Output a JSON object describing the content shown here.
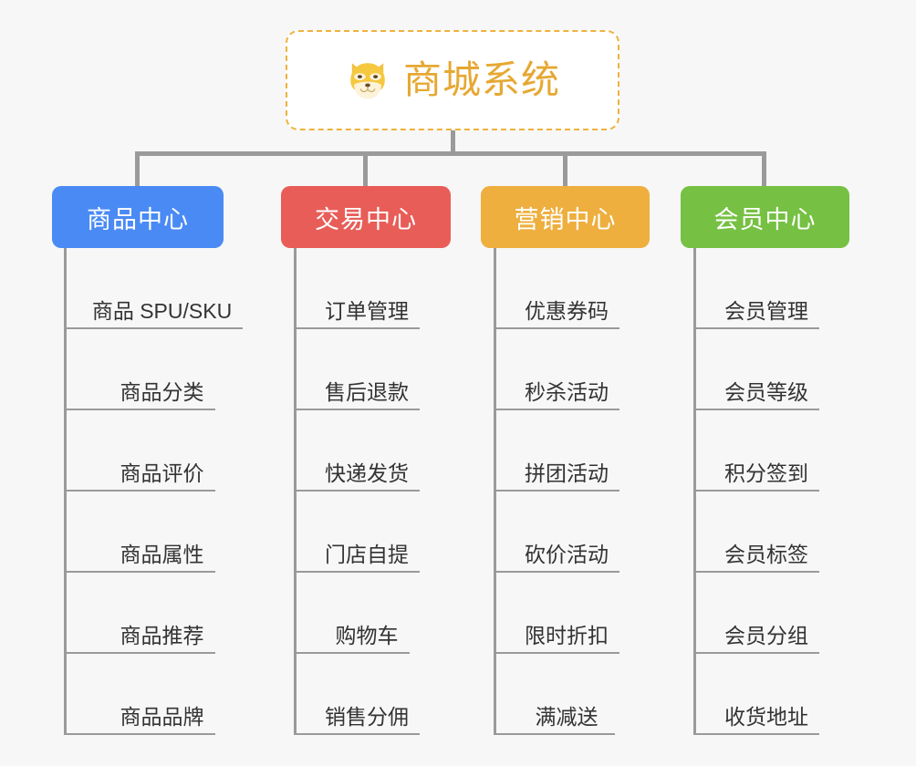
{
  "diagram": {
    "type": "mindmap",
    "title": "商城系统",
    "background_color": "#f7f7f7",
    "root": {
      "label": "商城系统",
      "icon": "shiba-dog-icon",
      "text_color": "#e6a832",
      "border_color": "#efb23c",
      "background_color": "#ffffff"
    },
    "branches": [
      {
        "label": "商品中心",
        "color": "#4a8af4",
        "children": [
          "商品 SPU/SKU",
          "商品分类",
          "商品评价",
          "商品属性",
          "商品推荐",
          "商品品牌"
        ]
      },
      {
        "label": "交易中心",
        "color": "#e85d58",
        "children": [
          "订单管理",
          "售后退款",
          "快递发货",
          "门店自提",
          "购物车",
          "销售分佣"
        ]
      },
      {
        "label": "营销中心",
        "color": "#eeaf3f",
        "children": [
          "优惠券码",
          "秒杀活动",
          "拼团活动",
          "砍价活动",
          "限时折扣",
          "满减送"
        ]
      },
      {
        "label": "会员中心",
        "color": "#76c043",
        "children": [
          "会员管理",
          "会员等级",
          "积分签到",
          "会员标签",
          "会员分组",
          "收货地址"
        ]
      }
    ],
    "connector_color": "#9a9a9a"
  }
}
